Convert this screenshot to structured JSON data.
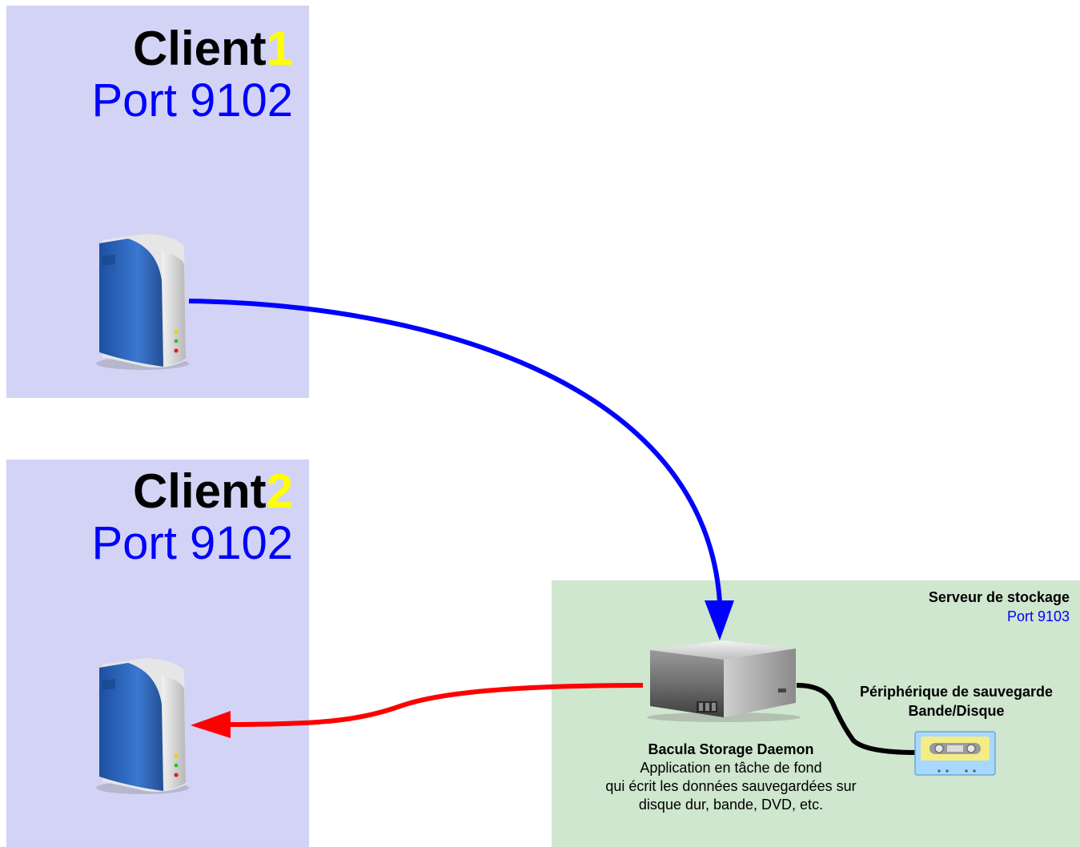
{
  "clients": [
    {
      "title": "Client",
      "number": "1",
      "port": "Port 9102"
    },
    {
      "title": "Client",
      "number": "2",
      "port": "Port 9102"
    }
  ],
  "storage": {
    "title": "Serveur de stockage",
    "port": "Port 9103",
    "daemon": {
      "title": "Bacula Storage Daemon",
      "line1": "Application en tâche de fond",
      "line2": "qui écrit les données sauvegardées sur",
      "line3": "disque dur, bande, DVD, etc."
    },
    "device": {
      "line1": "Périphérique de sauvegarde",
      "line2": "Bande/Disque"
    }
  },
  "colors": {
    "client_panel": "#d3d3f5",
    "storage_panel": "#cfe6cf",
    "port_text": "#0000ff",
    "client_number": "#ffff00",
    "arrow_to_storage": "#0000ff",
    "arrow_to_client2": "#ff0000"
  },
  "icons": [
    "server-tower-icon",
    "storage-box-icon",
    "cassette-tape-icon"
  ]
}
